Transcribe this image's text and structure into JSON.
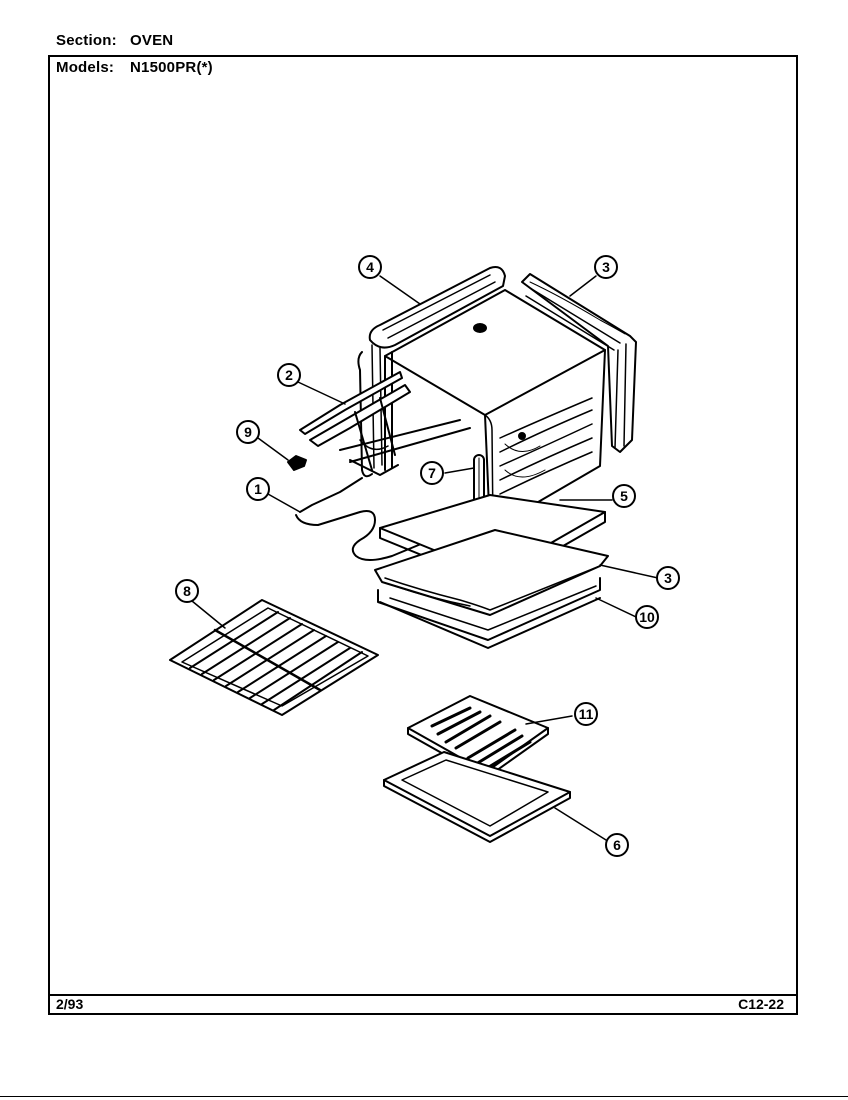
{
  "header": {
    "section_label": "Section:",
    "section_value": "OVEN",
    "models_label": "Models:",
    "models_value": "N1500PR(*)"
  },
  "footer": {
    "date": "2/93",
    "code": "C12-22"
  },
  "callouts": {
    "c1": "1",
    "c2": "2",
    "c3a": "3",
    "c3b": "3",
    "c4": "4",
    "c5": "5",
    "c6": "6",
    "c7": "7",
    "c8": "8",
    "c9": "9",
    "c10": "10",
    "c11": "11"
  }
}
